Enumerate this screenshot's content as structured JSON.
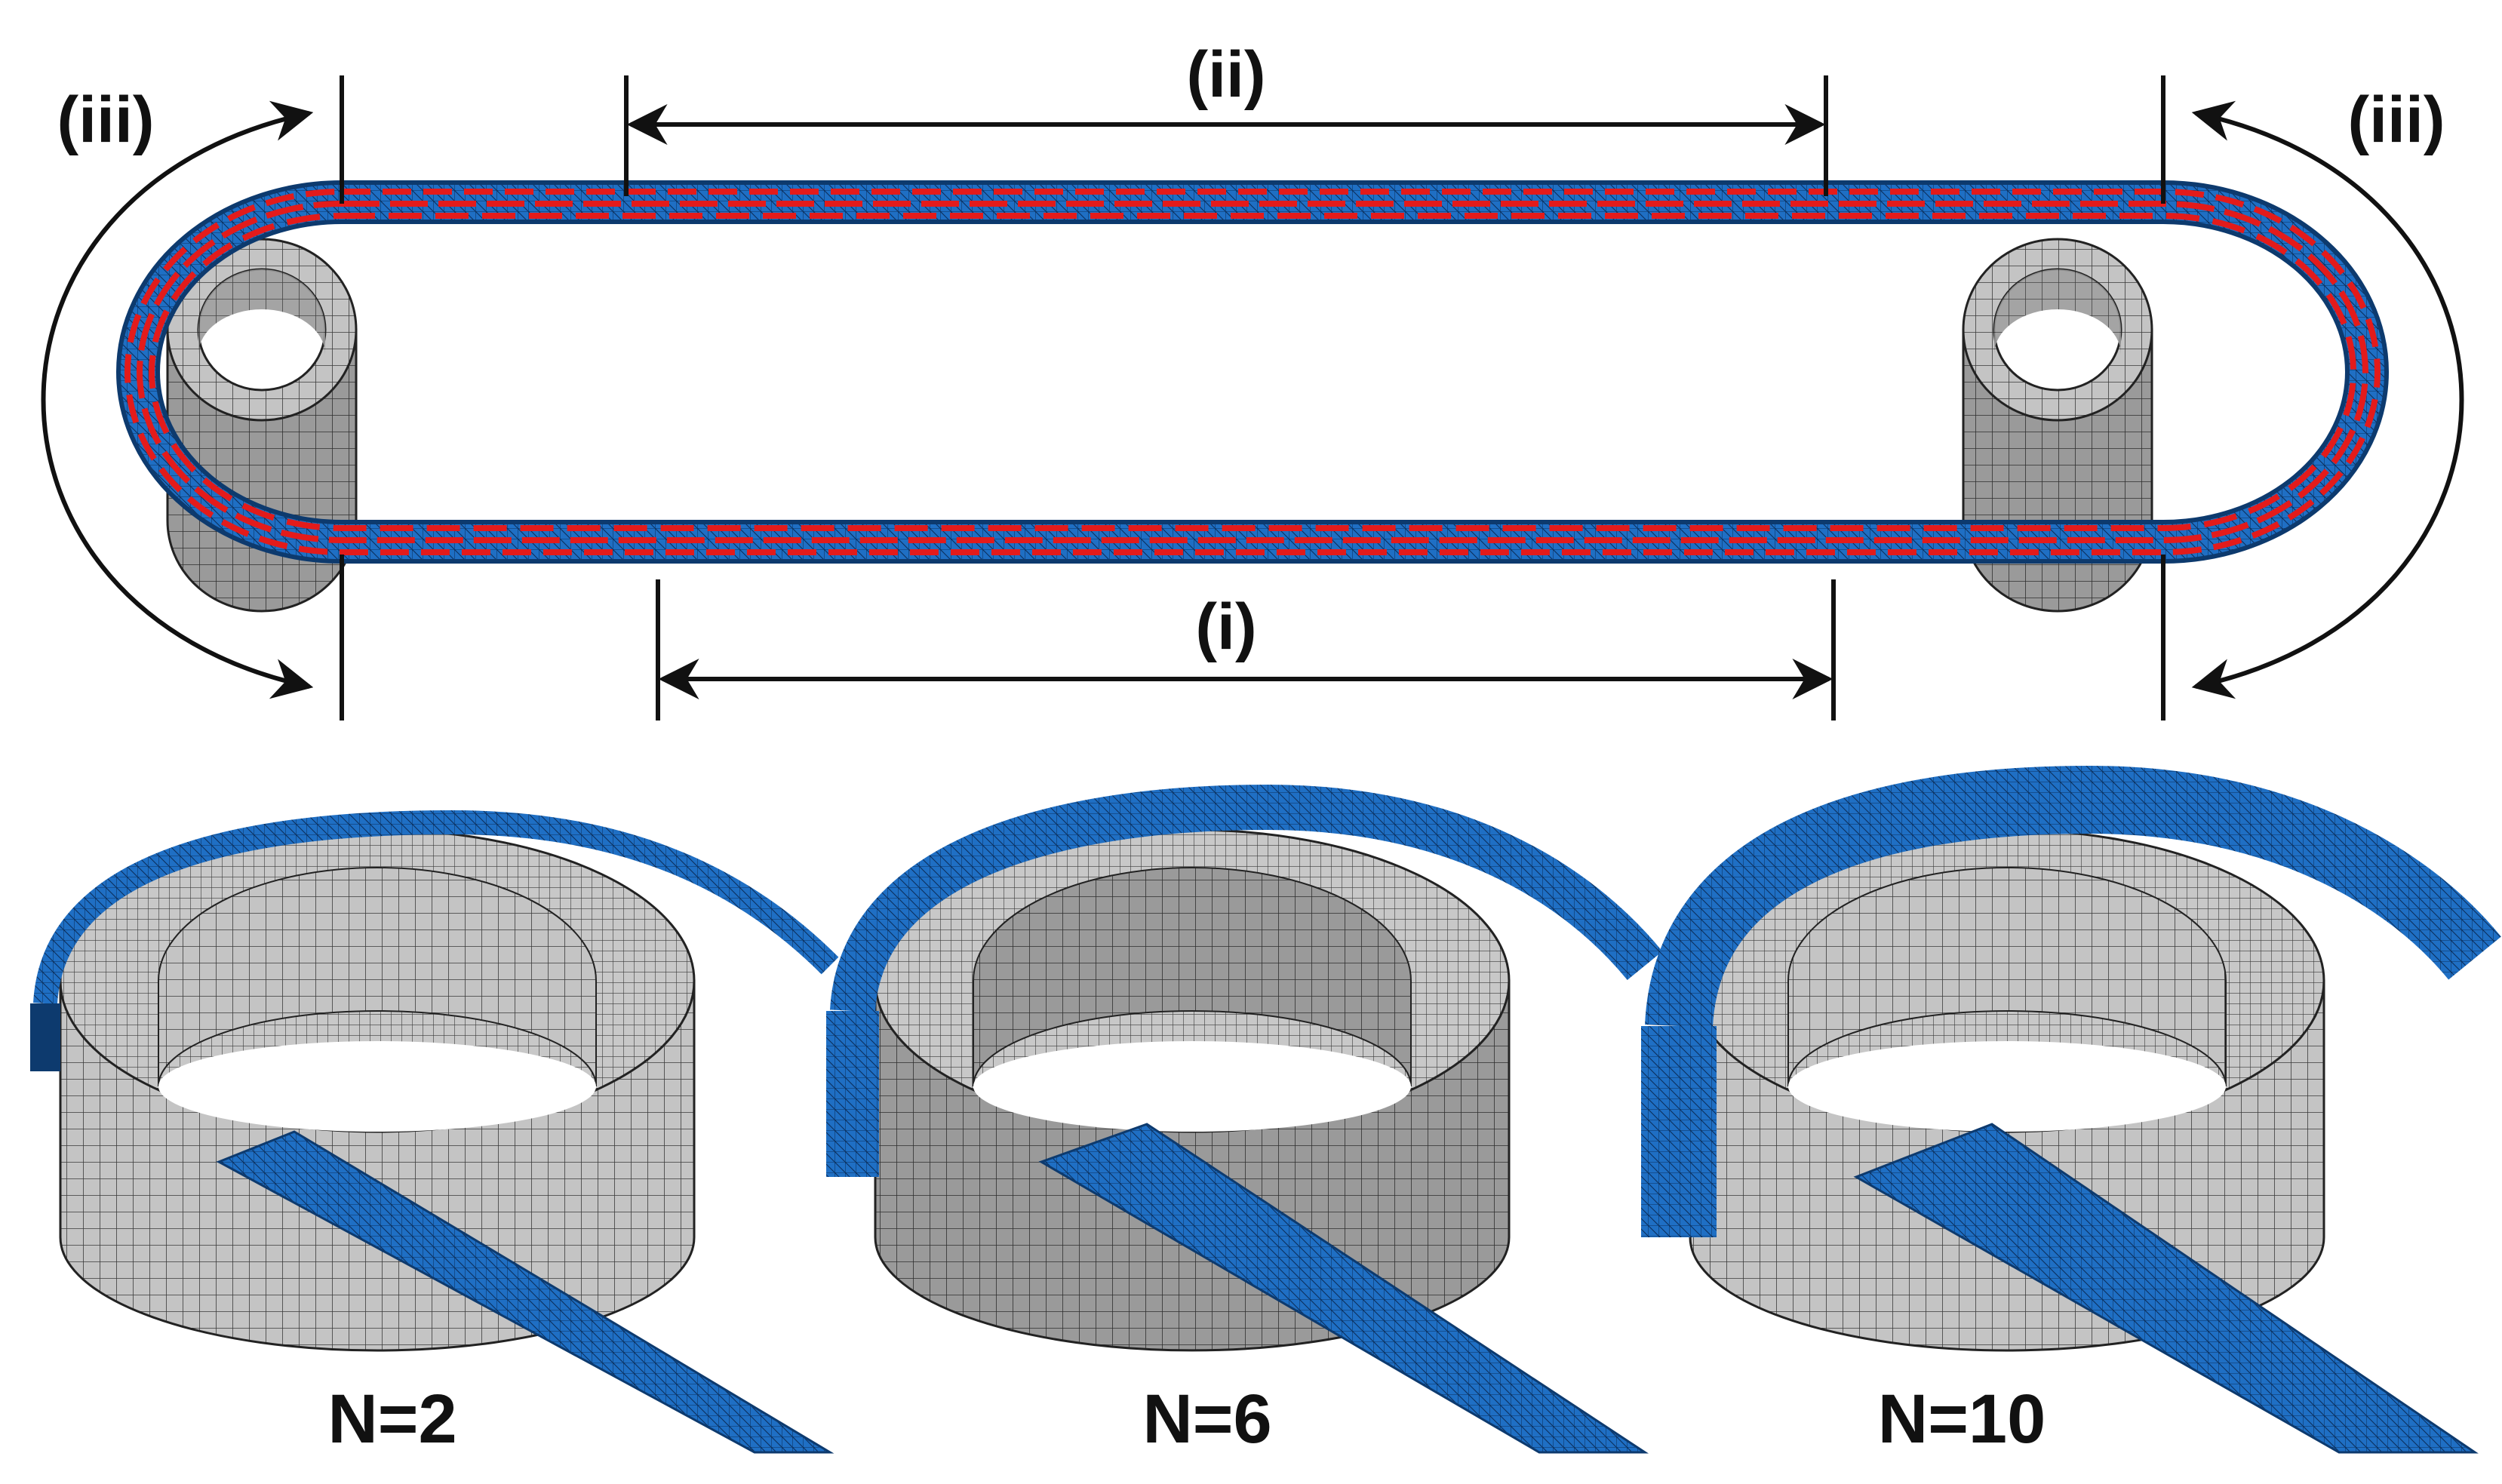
{
  "figure": {
    "top_panel": {
      "segment_labels": {
        "lower_straight": "(i)",
        "upper_straight": "(ii)",
        "left_curve": "(iii)",
        "right_curve": "(iii)"
      }
    },
    "bottom_panels": [
      {
        "label": "N=2"
      },
      {
        "label": "N=6"
      },
      {
        "label": "N=10"
      }
    ]
  },
  "colors": {
    "belt_blue": "#1f6fc4",
    "belt_dark": "#0d3a6e",
    "path_red": "#e31b1b",
    "mesh_gray": "#bdbdbd",
    "mesh_gray_dark": "#8f8f8f",
    "mesh_line": "#2a2a2a",
    "annotation_black": "#111111"
  }
}
